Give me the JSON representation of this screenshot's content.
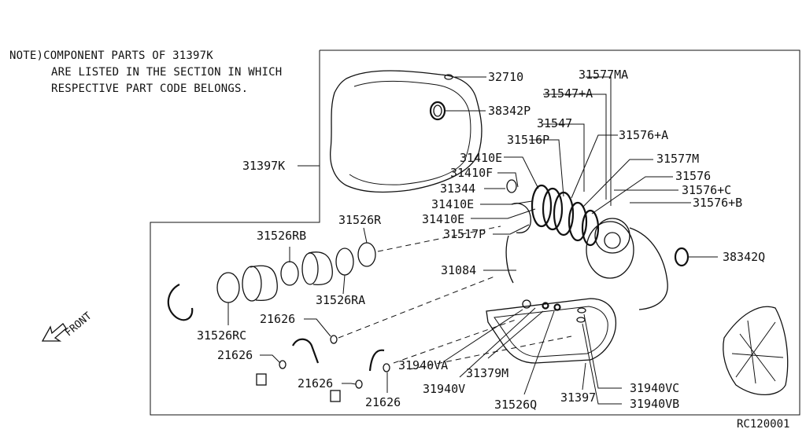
{
  "note": {
    "line1": "NOTE)COMPONENT PARTS OF  31397K",
    "line2": "ARE LISTED IN THE SECTION IN WHICH",
    "line3": "RESPECTIVE PART CODE BELONGS."
  },
  "labels": {
    "p32710": "32710",
    "p31577MA": "31577MA",
    "p38342P": "38342P",
    "p31547A": "31547+A",
    "p31547": "31547",
    "p31516P": "31516P",
    "p31576A": "31576+A",
    "p31410E_1": "31410E",
    "p31577M": "31577M",
    "p31410F": "31410F",
    "p31576": "31576",
    "p31344": "31344",
    "p31576C": "31576+C",
    "p31410E_2": "31410E",
    "p31576B": "31576+B",
    "p31410E_3": "31410E",
    "p31397K": "31397K",
    "p31526R": "31526R",
    "p31526RB": "31526RB",
    "p31517P": "31517P",
    "p38342Q": "38342Q",
    "p31084": "31084",
    "p31526RA": "31526RA",
    "p21626_1": "21626",
    "p31526RC": "31526RC",
    "p21626_2": "21626",
    "p31940VA": "31940VA",
    "p31379M": "31379M",
    "p21626_3": "21626",
    "p31940V": "31940V",
    "p21626_4": "21626",
    "p31526Q": "31526Q",
    "p31397": "31397",
    "p31940VC": "31940VC",
    "p31940VB": "31940VB"
  },
  "front_label": "FRONT",
  "diagram_code": "RC120001"
}
